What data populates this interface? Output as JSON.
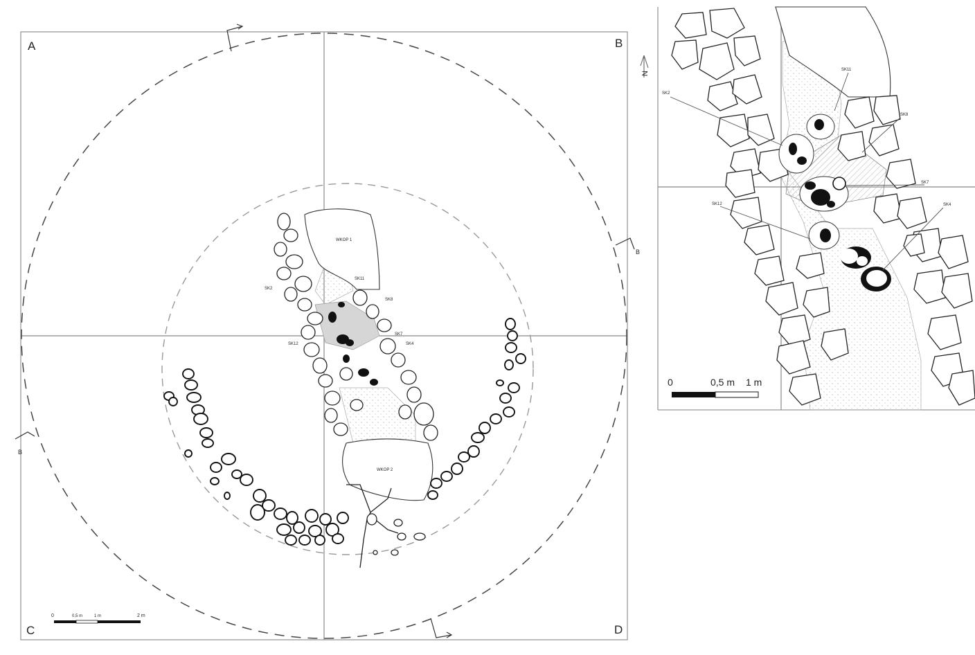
{
  "main_plan": {
    "corners": {
      "a": "A",
      "b": "B",
      "c": "C",
      "d": "D"
    },
    "section_labels": {
      "left": "B",
      "right": "B"
    },
    "pits": {
      "upper": "WKOP 1",
      "lower": "WKOP 2"
    },
    "feature_labels": [
      "SK2",
      "SK11",
      "SK8",
      "SK7",
      "SK12",
      "SK4"
    ],
    "scale": {
      "zero": "0",
      "mid": "0,5 m",
      "one": "1 m",
      "two": "2 m"
    },
    "north_arrow": "N"
  },
  "detail_plan": {
    "feature_labels": {
      "sk2": "SK2",
      "sk11": "SK11",
      "sk8": "SK8",
      "sk7": "SK7",
      "sk12": "SK12",
      "sk4": "SK4"
    },
    "scale": {
      "zero": "0",
      "mid": "0,5 m",
      "one": "1 m"
    }
  },
  "colors": {
    "line": "#222222",
    "grid": "#888888",
    "fill_charcoal": "#111111",
    "hatch": "#9a9a9a"
  }
}
